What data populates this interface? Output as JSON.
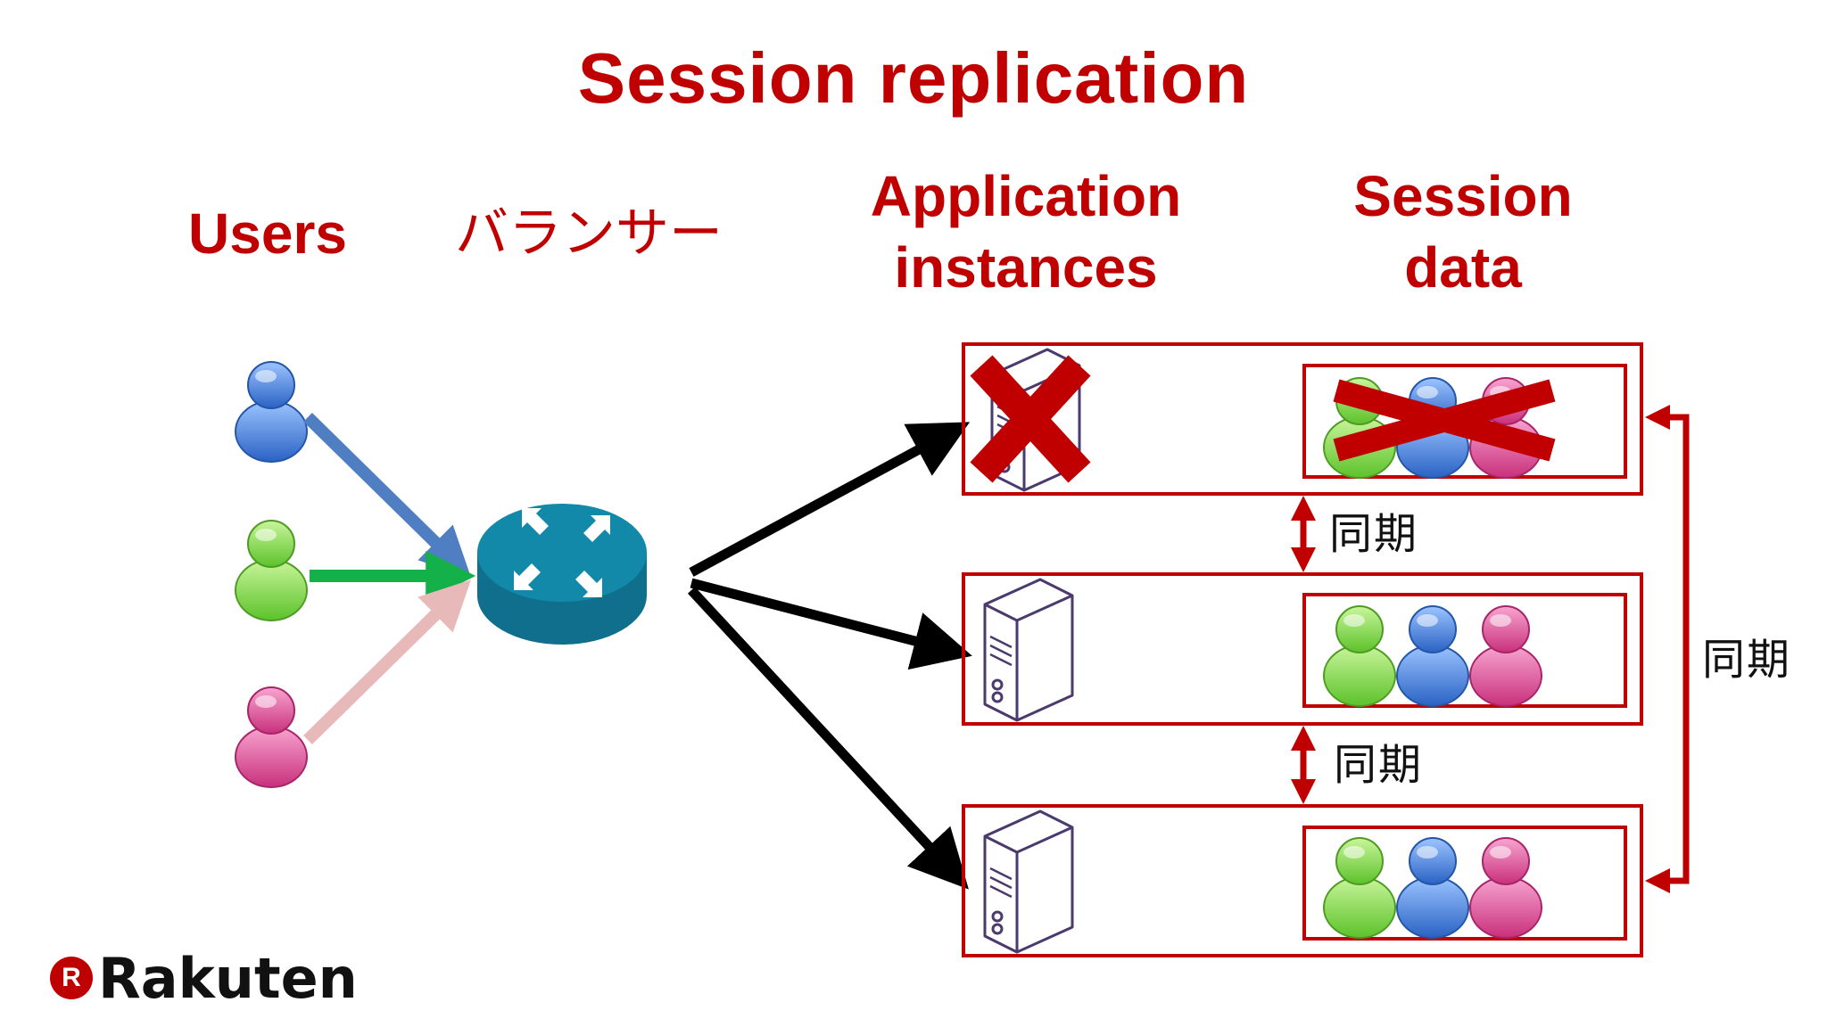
{
  "title": "Session replication",
  "headers": {
    "users": "Users",
    "balancer": "バランサー",
    "app_line1": "Application",
    "app_line2": "instances",
    "session_line1": "Session",
    "session_line2": "data"
  },
  "sync_label": "同期",
  "logo": {
    "mark": "R",
    "text": "Rakuten"
  },
  "colors": {
    "accent": "#c00000",
    "user_blue": "#3a78d8",
    "user_green": "#6fcf3a",
    "user_pink": "#d9468f",
    "balancer": "#12809f"
  },
  "instances": [
    {
      "state": "failed",
      "users": [
        "green",
        "blue",
        "pink"
      ]
    },
    {
      "state": "ok",
      "users": [
        "green",
        "blue",
        "pink"
      ]
    },
    {
      "state": "ok",
      "users": [
        "green",
        "blue",
        "pink"
      ]
    }
  ]
}
